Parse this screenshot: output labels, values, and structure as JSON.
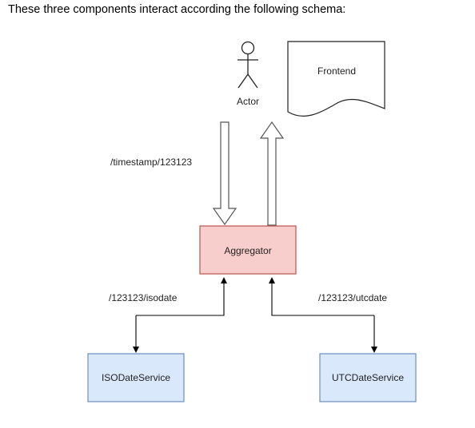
{
  "intro_text": "These three components interact according the following schema:",
  "diagram": {
    "actor": "Actor",
    "frontend": "Frontend",
    "aggregator": "Aggregator",
    "iso_service": "ISODateService",
    "utc_service": "UTCDateService",
    "timestamp_path": "/timestamp/123123",
    "iso_path": "/123123/isodate",
    "utc_path": "/123123/utcdate"
  },
  "colors": {
    "aggregator_fill": "#f8cecc",
    "aggregator_stroke": "#b85450",
    "service_fill": "#dae8fc",
    "service_stroke": "#6c8ebf",
    "line": "#000000",
    "outline": "#555555"
  }
}
